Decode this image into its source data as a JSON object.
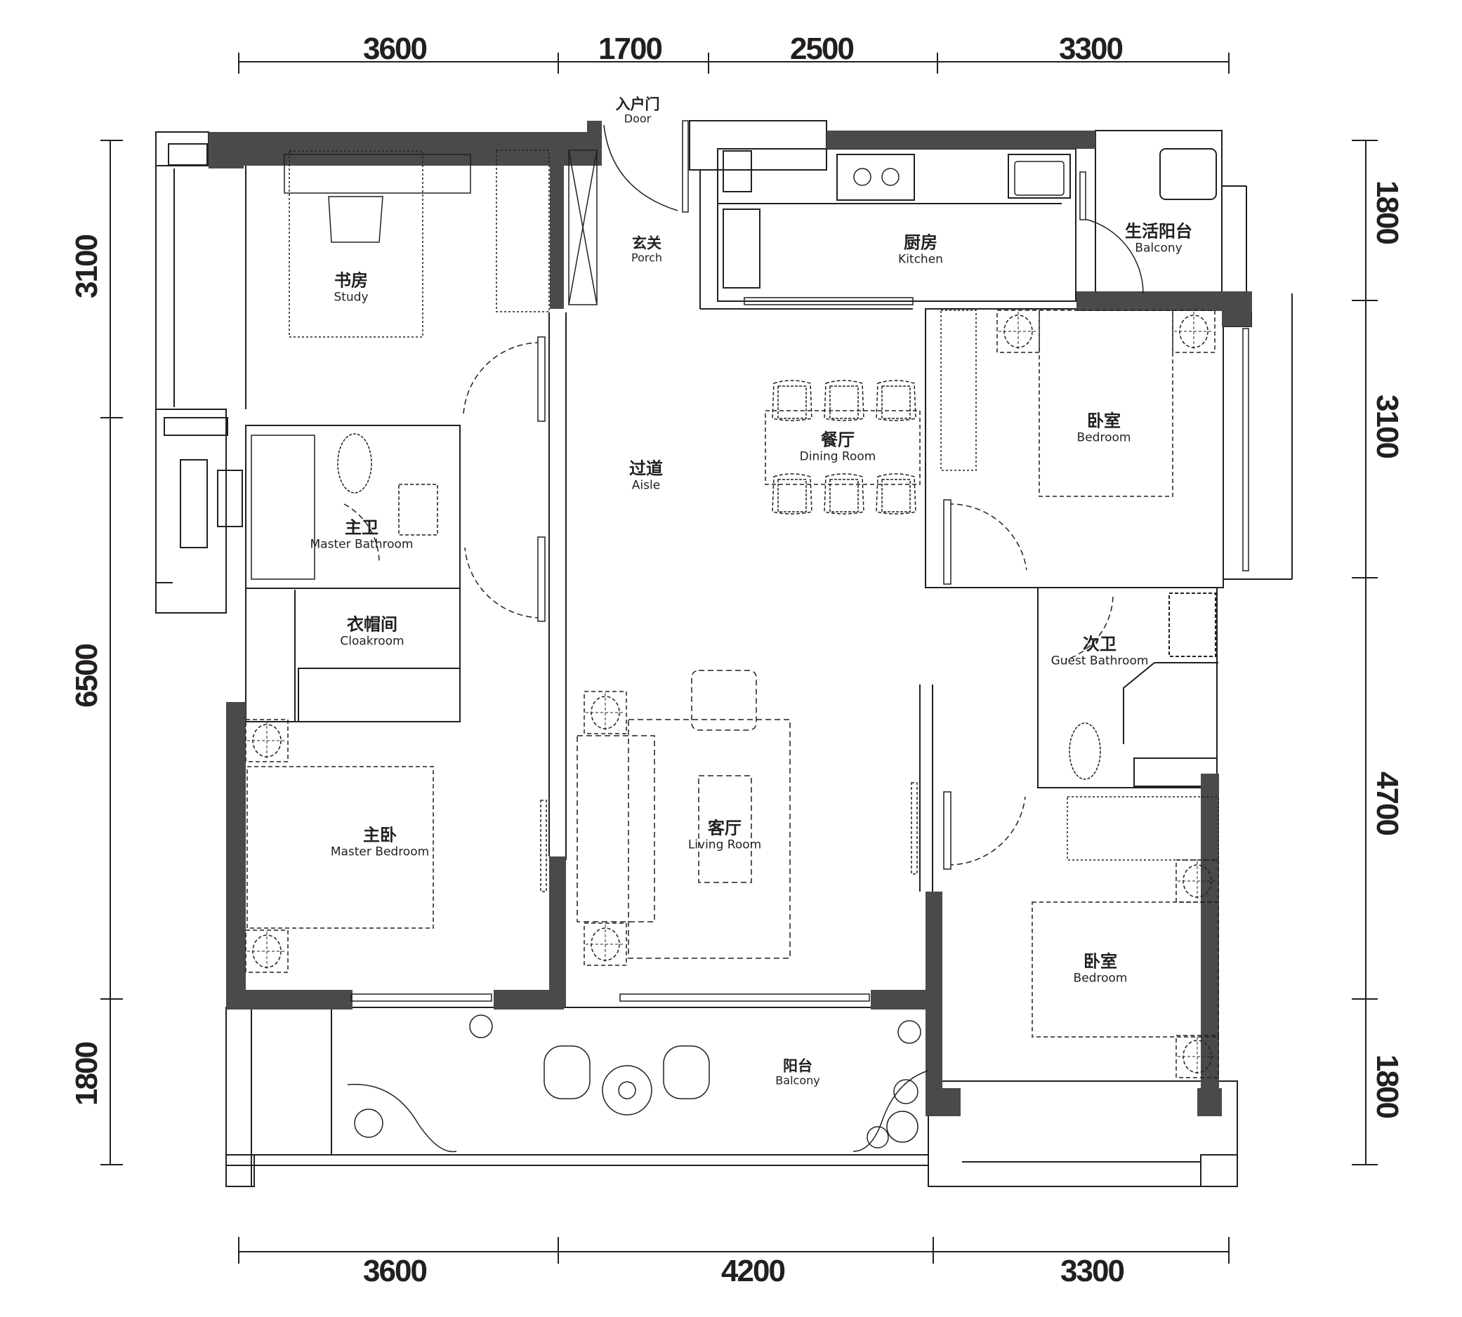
{
  "dimensions": {
    "top": [
      "3600",
      "1700",
      "2500",
      "3300"
    ],
    "bottom": [
      "3600",
      "4200",
      "3300"
    ],
    "left": [
      "3100",
      "6500",
      "1800"
    ],
    "right": [
      "1800",
      "3100",
      "4700",
      "1800"
    ]
  },
  "rooms": {
    "entry_door": {
      "zh": "入户门",
      "en": "Door"
    },
    "porch": {
      "zh": "玄关",
      "en": "Porch"
    },
    "study": {
      "zh": "书房",
      "en": "Study"
    },
    "kitchen": {
      "zh": "厨房",
      "en": "Kitchen"
    },
    "utility_balcony": {
      "zh": "生活阳台",
      "en": "Balcony"
    },
    "dining_room": {
      "zh": "餐厅",
      "en": "Dining Room"
    },
    "aisle": {
      "zh": "过道",
      "en": "Aisle"
    },
    "bedroom_north": {
      "zh": "卧室",
      "en": "Bedroom"
    },
    "master_bathroom": {
      "zh": "主卫",
      "en": "Master Bathroom"
    },
    "cloakroom": {
      "zh": "衣帽间",
      "en": "Cloakroom"
    },
    "guest_bathroom": {
      "zh": "次卫",
      "en": "Guest Bathroom"
    },
    "living_room": {
      "zh": "客厅",
      "en": "Living Room"
    },
    "master_bedroom": {
      "zh": "主卧",
      "en": "Master Bedroom"
    },
    "bedroom_south": {
      "zh": "卧室",
      "en": "Bedroom"
    },
    "balcony": {
      "zh": "阳台",
      "en": "Balcony"
    }
  },
  "colors": {
    "wall": "#4a4a4a",
    "line": "#231f20",
    "background": "#ffffff"
  }
}
